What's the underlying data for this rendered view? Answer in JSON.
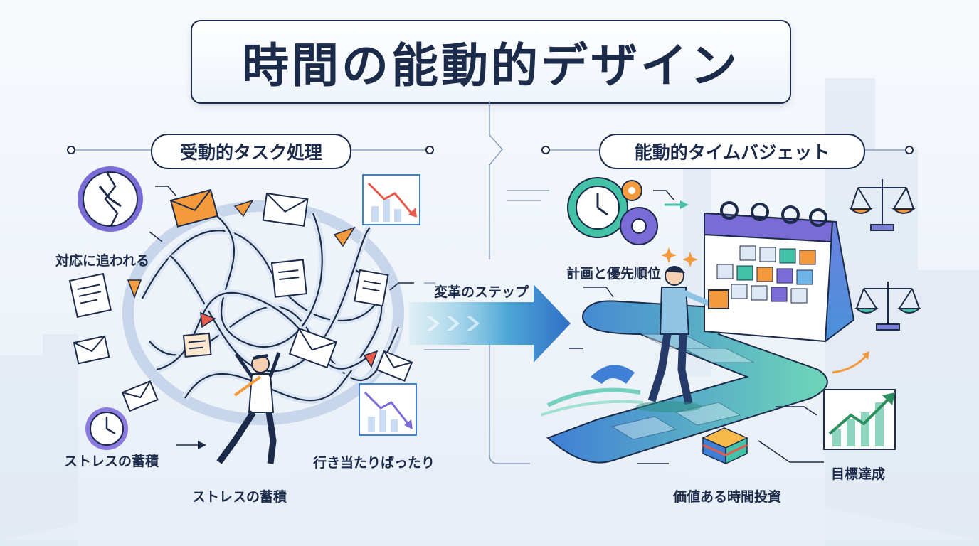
{
  "title": "時間の能動的デザイン",
  "left": {
    "heading": "受動的タスク処理",
    "labels": {
      "chasing": "対応に追われる",
      "stress_a": "ストレスの蓄積",
      "stress_b": "ストレスの蓄積",
      "haphazard": "行き当たりばったり"
    }
  },
  "center": {
    "transition": "変革のステップ"
  },
  "right": {
    "heading": "能動的タイムバジェット",
    "labels": {
      "planning": "計画と優先順位",
      "investment": "価値ある時間投資",
      "goal": "目標達成"
    }
  },
  "colors": {
    "navy": "#1c2b4a",
    "blue": "#3f7fd6",
    "teal": "#44c2a8",
    "orange": "#f39a3c",
    "purple": "#7b6bd6"
  },
  "icons": [
    "broken-clock-icon",
    "envelope-icon",
    "document-icon",
    "down-trend-chart-icon",
    "tangled-threads-icon",
    "stressed-person-icon",
    "gear-clock-icon",
    "calendar-icon",
    "balance-scale-icon",
    "walking-person-icon",
    "path-board-icon",
    "cube-icon",
    "up-trend-chart-icon",
    "transition-arrow-icon"
  ]
}
